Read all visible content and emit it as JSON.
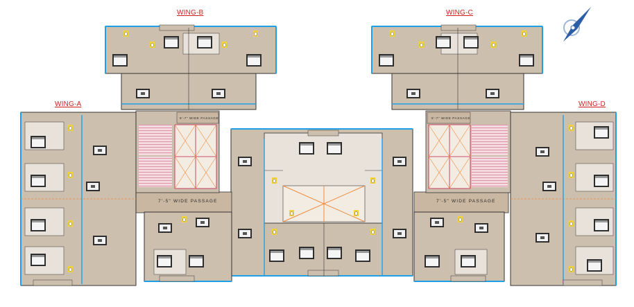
{
  "wings": {
    "a": "WING-A",
    "b": "WING-B",
    "c": "WING-C",
    "d": "WING-D"
  },
  "passages": {
    "left_main": "7'-5\" WIDE PASSAGE",
    "right_main": "7'-5\" WIDE PASSAGE",
    "upper_left": "5'-7\" WIDE PASSAGE",
    "upper_right": "5'-7\" WIDE PASSAGE"
  },
  "colors": {
    "wing_label": "#d21f1f",
    "wall": "#1ea0e6",
    "floor": "#cdbfae",
    "passage": "#c9b7a2",
    "stair": "#c21e4a",
    "lift_cross": "#f08a3c",
    "bedroom_floor": "#e8e2da",
    "furniture_dark": "#2e2e2e",
    "toilet_yellow": "#f3d23c",
    "compass_blue": "#2c5ea8"
  },
  "icons": {
    "north": "north-compass-icon"
  }
}
